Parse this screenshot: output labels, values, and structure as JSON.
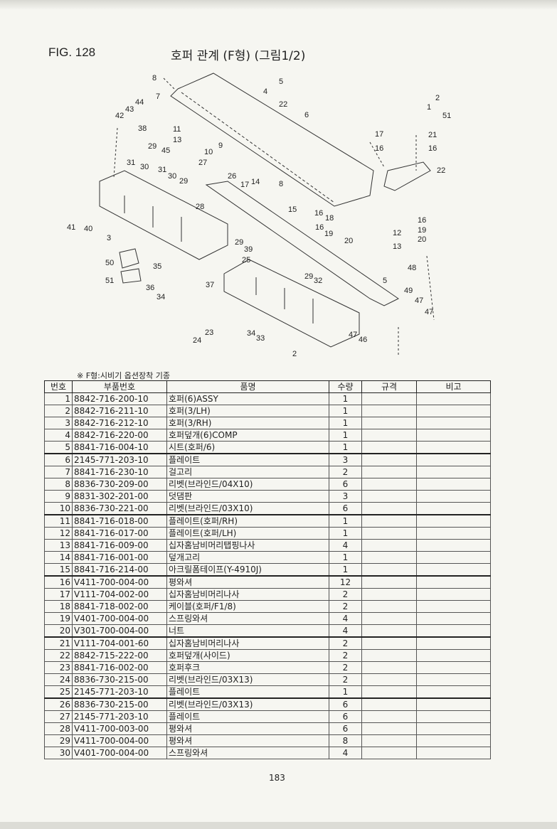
{
  "header": {
    "figure": "FIG. 128",
    "title": "호퍼 관계 (F형) (그림1/2)"
  },
  "diagram": {
    "callouts": [
      "8",
      "7",
      "44",
      "43",
      "42",
      "38",
      "45",
      "29",
      "31",
      "30",
      "11",
      "13",
      "4",
      "5",
      "22",
      "6",
      "10",
      "9",
      "27",
      "26",
      "17",
      "14",
      "8",
      "31",
      "30",
      "29",
      "28",
      "41",
      "40",
      "3",
      "15",
      "1",
      "2",
      "51",
      "17",
      "16",
      "21",
      "16",
      "22",
      "16",
      "18",
      "16",
      "19",
      "20",
      "12",
      "19",
      "20",
      "13",
      "16",
      "29",
      "39",
      "25",
      "50",
      "35",
      "51",
      "36",
      "34",
      "37",
      "29",
      "32",
      "5",
      "48",
      "49",
      "47",
      "47",
      "24",
      "23",
      "34",
      "33",
      "47",
      "46",
      "2"
    ]
  },
  "table": {
    "note": "※ F형:시비기 옵션장착 기종",
    "columns": [
      "번호",
      "부품번호",
      "품명",
      "수량",
      "규격",
      "비고"
    ],
    "rows": [
      {
        "no": "1",
        "part": "8842-716-200-10",
        "name": "호퍼(6)ASSY",
        "qty": "1"
      },
      {
        "no": "2",
        "part": "8842-716-211-10",
        "name": "호퍼(3/LH)",
        "qty": "1"
      },
      {
        "no": "3",
        "part": "8842-716-212-10",
        "name": "호퍼(3/RH)",
        "qty": "1"
      },
      {
        "no": "4",
        "part": "8842-716-220-00",
        "name": "호퍼덮개(6)COMP",
        "qty": "1"
      },
      {
        "no": "5",
        "part": "8841-716-004-10",
        "name": "시트(호퍼/6)",
        "qty": "1"
      },
      {
        "no": "6",
        "part": "2145-771-203-10",
        "name": "플레이트",
        "qty": "3"
      },
      {
        "no": "7",
        "part": "8841-716-230-10",
        "name": "걸고리",
        "qty": "2"
      },
      {
        "no": "8",
        "part": "8836-730-209-00",
        "name": "리벳(브라인드/04X10)",
        "qty": "6"
      },
      {
        "no": "9",
        "part": "8831-302-201-00",
        "name": "덧댐판",
        "qty": "3"
      },
      {
        "no": "10",
        "part": "8836-730-221-00",
        "name": "리벳(브라인드/03X10)",
        "qty": "6"
      },
      {
        "no": "11",
        "part": "8841-716-018-00",
        "name": "플레이트(호퍼/RH)",
        "qty": "1"
      },
      {
        "no": "12",
        "part": "8841-716-017-00",
        "name": "플레이트(호퍼/LH)",
        "qty": "1"
      },
      {
        "no": "13",
        "part": "8841-716-009-00",
        "name": "십자홈남비머리탭핑나사",
        "qty": "4"
      },
      {
        "no": "14",
        "part": "8841-716-001-00",
        "name": "덮개고리",
        "qty": "1"
      },
      {
        "no": "15",
        "part": "8841-716-214-00",
        "name": "아크릴폼테이프(Y-4910J)",
        "qty": "1"
      },
      {
        "no": "16",
        "part": "V411-700-004-00",
        "name": "평와셔",
        "qty": "12"
      },
      {
        "no": "17",
        "part": "V111-704-002-00",
        "name": "십자홈남비머리나사",
        "qty": "2"
      },
      {
        "no": "18",
        "part": "8841-718-002-00",
        "name": "케이블(호퍼/F1/8)",
        "qty": "2"
      },
      {
        "no": "19",
        "part": "V401-700-004-00",
        "name": "스프링와셔",
        "qty": "4"
      },
      {
        "no": "20",
        "part": "V301-700-004-00",
        "name": "너트",
        "qty": "4"
      },
      {
        "no": "21",
        "part": "V111-704-001-60",
        "name": "십자홈남비머리나사",
        "qty": "2"
      },
      {
        "no": "22",
        "part": "8842-715-222-00",
        "name": "호퍼덮개(사이드)",
        "qty": "2"
      },
      {
        "no": "23",
        "part": "8841-716-002-00",
        "name": "호퍼후크",
        "qty": "2"
      },
      {
        "no": "24",
        "part": "8836-730-215-00",
        "name": "리벳(브라인드/03X13)",
        "qty": "2"
      },
      {
        "no": "25",
        "part": "2145-771-203-10",
        "name": "플레이트",
        "qty": "1"
      },
      {
        "no": "26",
        "part": "8836-730-215-00",
        "name": "리벳(브라인드/03X13)",
        "qty": "6"
      },
      {
        "no": "27",
        "part": "2145-771-203-10",
        "name": "플레이트",
        "qty": "6"
      },
      {
        "no": "28",
        "part": "V411-700-003-00",
        "name": "평와셔",
        "qty": "6"
      },
      {
        "no": "29",
        "part": "V411-700-004-00",
        "name": "평와셔",
        "qty": "8"
      },
      {
        "no": "30",
        "part": "V401-700-004-00",
        "name": "스프링와셔",
        "qty": "4"
      }
    ]
  },
  "footer": {
    "page": "183"
  }
}
